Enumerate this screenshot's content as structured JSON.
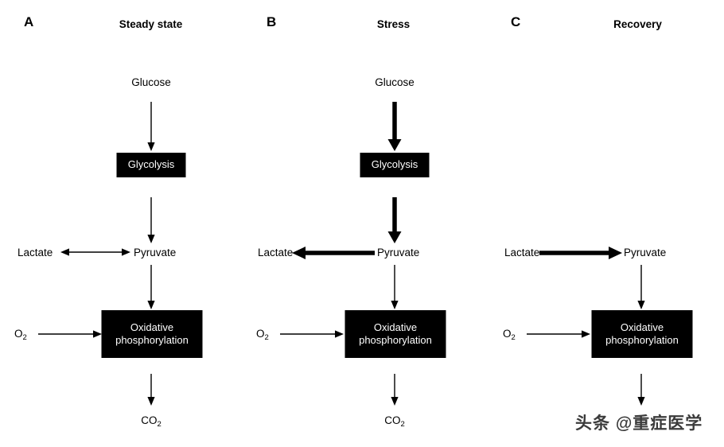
{
  "figure": {
    "background": "#ffffff",
    "ink": "#000000",
    "box_fill": "#000000",
    "box_text": "#ffffff"
  },
  "panels": [
    {
      "letter": "A",
      "title": "Steady state",
      "nodes": {
        "glucose": "Glucose",
        "glycolysis": "Glycolysis",
        "lactate": "Lactate",
        "pyruvate": "Pyruvate",
        "oxphos_line1": "Oxidative",
        "oxphos_line2": "phosphorylation",
        "oxygen": "O",
        "oxygen_sub": "2",
        "carbon_dioxide": "CO",
        "carbon_dioxide_sub": "2"
      },
      "edges": {
        "glucose_to_glycolysis": "thin-down",
        "glycolysis_to_pyruvate": "thin-down",
        "lactate_pyruvate": "thin-bidirectional",
        "pyruvate_to_oxphos": "thin-down",
        "oxygen_to_oxphos": "thin-right",
        "oxphos_to_co2": "thin-down"
      }
    },
    {
      "letter": "B",
      "title": "Stress",
      "nodes": {
        "glucose": "Glucose",
        "glycolysis": "Glycolysis",
        "lactate": "Lactate",
        "pyruvate": "Pyruvate",
        "oxphos_line1": "Oxidative",
        "oxphos_line2": "phosphorylation",
        "oxygen": "O",
        "oxygen_sub": "2",
        "carbon_dioxide": "CO",
        "carbon_dioxide_sub": "2"
      },
      "edges": {
        "glucose_to_glycolysis": "thick-down",
        "glycolysis_to_pyruvate": "thick-down",
        "lactate_pyruvate": "thick-left",
        "pyruvate_to_oxphos": "thin-down",
        "oxygen_to_oxphos": "thin-right",
        "oxphos_to_co2": "thin-down"
      }
    },
    {
      "letter": "C",
      "title": "Recovery",
      "nodes": {
        "lactate": "Lactate",
        "pyruvate": "Pyruvate",
        "oxphos_line1": "Oxidative",
        "oxphos_line2": "phosphorylation",
        "oxygen": "O",
        "oxygen_sub": "2"
      },
      "edges": {
        "lactate_pyruvate": "thick-right",
        "pyruvate_to_oxphos": "thin-down",
        "oxygen_to_oxphos": "thin-right",
        "oxphos_to_co2": "thin-down"
      }
    }
  ],
  "watermark": {
    "text": "头条 @重症医学"
  }
}
